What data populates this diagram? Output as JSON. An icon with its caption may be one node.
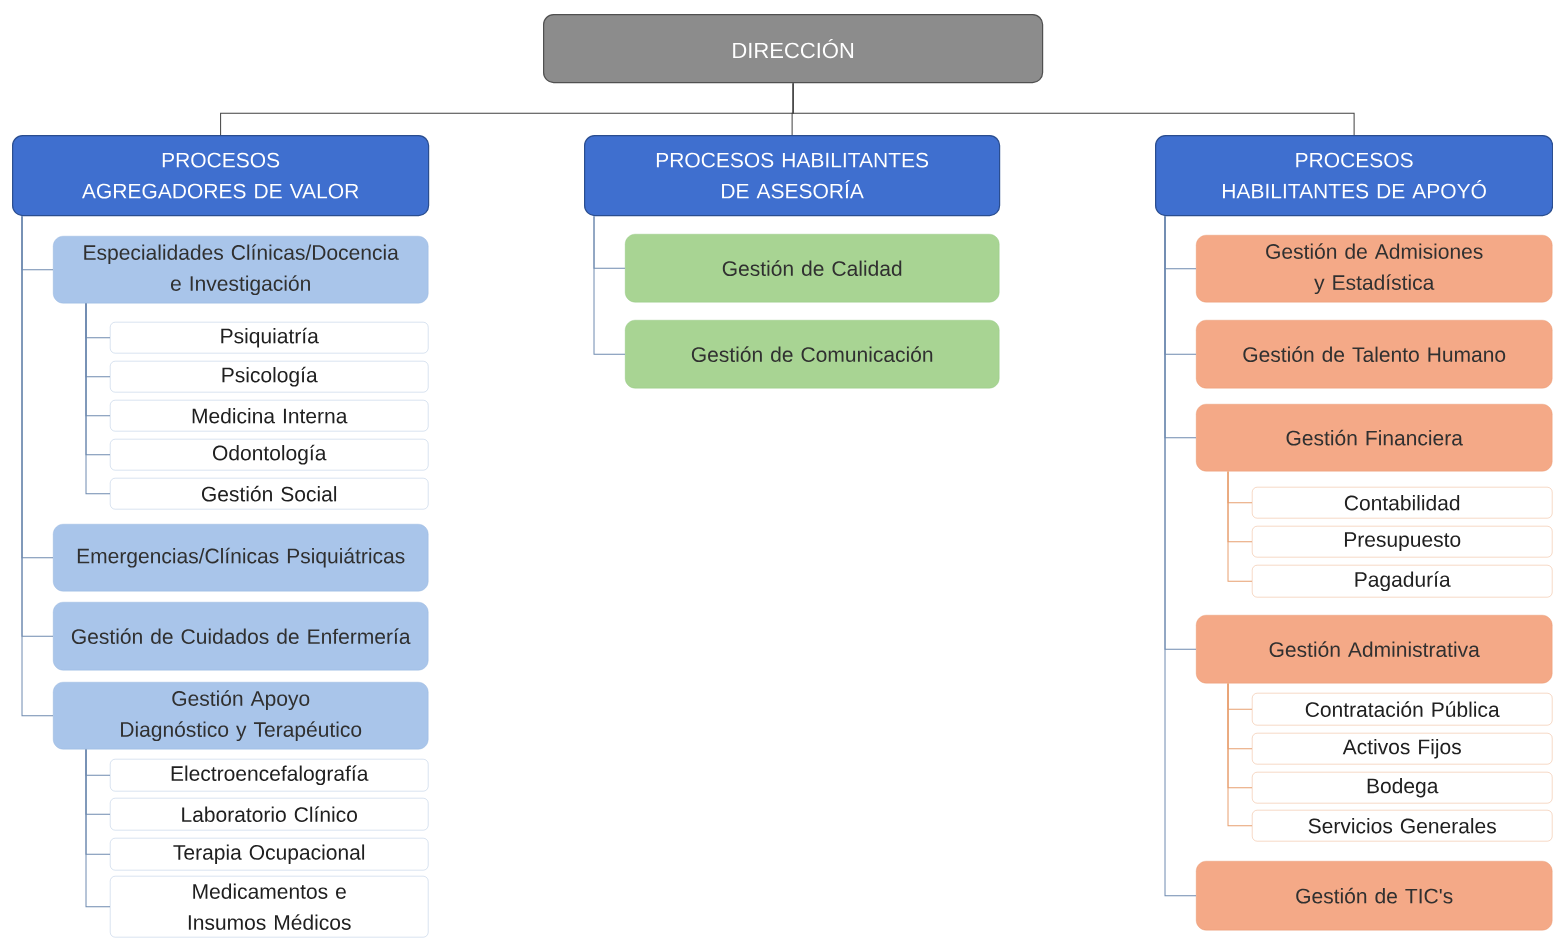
{
  "diagram": {
    "nodes": [
      {
        "text": [
          "DIRECCIÓN"
        ]
      },
      {
        "text": [
          "PROCESOS AGREGADORES DE VALOR"
        ]
      },
      {
        "text": [
          "Especialidades Clínicas/Docencia e Investigación"
        ]
      },
      {
        "text": [
          "Psiquiatría"
        ]
      },
      {
        "text": [
          "Psicología"
        ]
      },
      {
        "text": [
          "Medicina Interna"
        ]
      },
      {
        "text": [
          "Odontología"
        ]
      },
      {
        "text": [
          "Gestión Social"
        ]
      },
      {
        "text": [
          "Emergencias/Clínicas Psiquiátricas"
        ]
      },
      {
        "text": [
          "Gestión de Cuidados de Enfermería"
        ]
      },
      {
        "text": [
          "Gestión Apoyo Diagnóstico y Terapéutico"
        ]
      },
      {
        "text": [
          "Electroencefalografía"
        ]
      },
      {
        "text": [
          "Laboratorio Clínico"
        ]
      },
      {
        "text": [
          "Terapia Ocupacional"
        ]
      },
      {
        "text": [
          "Medicamentos e Insumos Médicos"
        ]
      },
      {
        "text": [
          "PROCESOS HABILITANTES DE ASESORÍA"
        ]
      },
      {
        "text": [
          "Gestión de Calidad"
        ]
      },
      {
        "text": [
          "Gestión de Comunicación"
        ]
      },
      {
        "text": [
          "PROCESOS HABILITANTES DE APOYÓ"
        ]
      },
      {
        "text": [
          "Gestión de Admisiones y Estadística"
        ]
      },
      {
        "text": [
          "Gestión de Talento Humano"
        ]
      },
      {
        "text": [
          "Gestión Financiera"
        ]
      },
      {
        "text": [
          "Contabilidad"
        ]
      },
      {
        "text": [
          "Presupuesto"
        ]
      },
      {
        "text": [
          "Pagaduría"
        ]
      },
      {
        "text": [
          "Gestión Administrativa"
        ]
      },
      {
        "text": [
          "Contratación Pública"
        ]
      },
      {
        "text": [
          "Activos Fijos"
        ]
      },
      {
        "text": [
          "Bodega"
        ]
      },
      {
        "text": [
          "Servicios Generales"
        ]
      },
      {
        "text": [
          "Gestión de TIC's"
        ]
      }
    ],
    "edges": [
      {
        "from": 0,
        "to": 1,
        "arrow": "none",
        "color": "#404040"
      },
      {
        "from": 0,
        "to": 15,
        "arrow": "none",
        "color": "#404040"
      },
      {
        "from": 0,
        "to": 18,
        "arrow": "none",
        "color": "#404040"
      },
      {
        "from": 1,
        "to": 2,
        "arrow": "none"
      },
      {
        "from": 2,
        "to": 3,
        "arrow": "none"
      },
      {
        "from": 2,
        "to": 4,
        "arrow": "none"
      },
      {
        "from": 2,
        "to": 5,
        "arrow": "none"
      },
      {
        "from": 2,
        "to": 6,
        "arrow": "none"
      },
      {
        "from": 2,
        "to": 7,
        "arrow": "none"
      },
      {
        "from": 1,
        "to": 8,
        "arrow": "none"
      },
      {
        "from": 1,
        "to": 9,
        "arrow": "none"
      },
      {
        "from": 1,
        "to": 10,
        "arrow": "none"
      },
      {
        "from": 10,
        "to": 11,
        "arrow": "none"
      },
      {
        "from": 10,
        "to": 12,
        "arrow": "none"
      },
      {
        "from": 10,
        "to": 13,
        "arrow": "none"
      },
      {
        "from": 10,
        "to": 14,
        "arrow": "none"
      },
      {
        "from": 15,
        "to": 16,
        "arrow": "none"
      },
      {
        "from": 15,
        "to": 17,
        "arrow": "none"
      },
      {
        "from": 18,
        "to": 19,
        "arrow": "none"
      },
      {
        "from": 18,
        "to": 20,
        "arrow": "none"
      },
      {
        "from": 18,
        "to": 21,
        "arrow": "none"
      },
      {
        "from": 21,
        "to": 22,
        "arrow": "none",
        "color": "#e8a070"
      },
      {
        "from": 21,
        "to": 23,
        "arrow": "none",
        "color": "#e8a070"
      },
      {
        "from": 21,
        "to": 24,
        "arrow": "none",
        "color": "#e8a070"
      },
      {
        "from": 18,
        "to": 25,
        "arrow": "none"
      },
      {
        "from": 25,
        "to": 26,
        "arrow": "none",
        "color": "#e8a070"
      },
      {
        "from": 25,
        "to": 27,
        "arrow": "none",
        "color": "#e8a070"
      },
      {
        "from": 25,
        "to": 28,
        "arrow": "none",
        "color": "#e8a070"
      },
      {
        "from": 25,
        "to": 29,
        "arrow": "none",
        "color": "#e8a070"
      },
      {
        "from": 18,
        "to": 30,
        "arrow": "none"
      }
    ]
  }
}
